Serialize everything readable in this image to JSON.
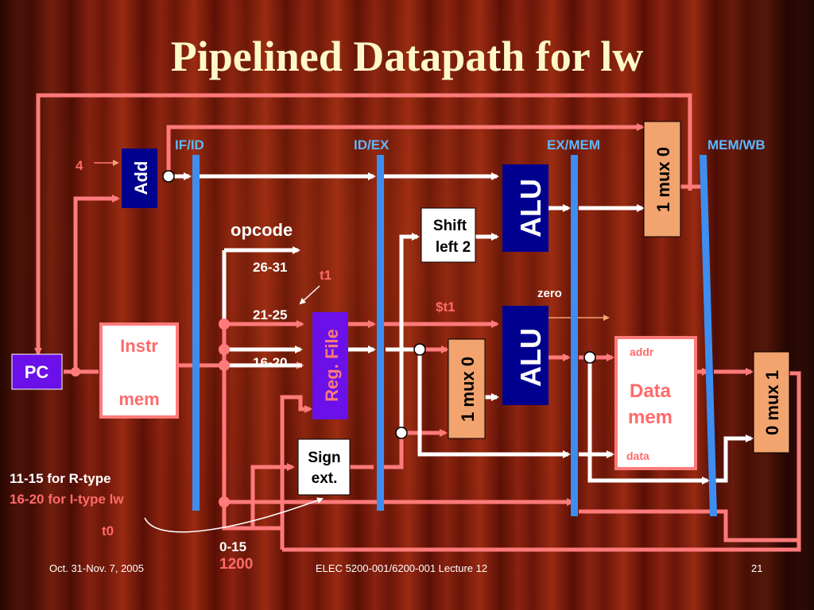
{
  "slide": {
    "title": "Pipelined Datapath for lw",
    "footer_left": "Oct. 31-Nov. 7, 2005",
    "footer_center": "ELEC 5200-001/6200-001 Lecture 12",
    "footer_right": "21"
  },
  "colors": {
    "pink": "#ff7a7a",
    "white": "#ffffff",
    "blue_bar": "#3d8ef0",
    "purple": "#6b10e8",
    "navy": "#00008f",
    "orange": "#f2a36e",
    "label_blue": "#5fb7ff",
    "label_pink": "#ff6a6a"
  },
  "pipeline_registers": [
    "IF/ID",
    "ID/EX",
    "EX/MEM",
    "MEM/WB"
  ],
  "blocks": {
    "pc": "PC",
    "adder": "Add",
    "instr_mem": [
      "Instr",
      "mem"
    ],
    "reg_file": "Reg. File",
    "sign_ext": [
      "Sign",
      "ext."
    ],
    "shift_left": [
      "Shift",
      "left 2"
    ],
    "alu_top": "ALU",
    "alu_main": "ALU",
    "mux_alu_src": "1 mux 0",
    "mux_pc_src": "1 mux 0",
    "mux_wb": "0 mux 1",
    "data_mem": {
      "addr": "addr",
      "name": [
        "Data",
        "mem"
      ],
      "data": "data"
    }
  },
  "labels": {
    "four": "4",
    "opcode": "opcode",
    "bits_26_31": "26-31",
    "bits_21_25": "21-25",
    "bits_16_20": "16-20",
    "t1": "t1",
    "dollar_t1": "$t1",
    "zero": "zero",
    "rtype": "11-15 for R-type",
    "itype": "16-20 for I-type lw",
    "t0": "t0",
    "bits_0_15": "0-15",
    "imm_value": "1200"
  }
}
